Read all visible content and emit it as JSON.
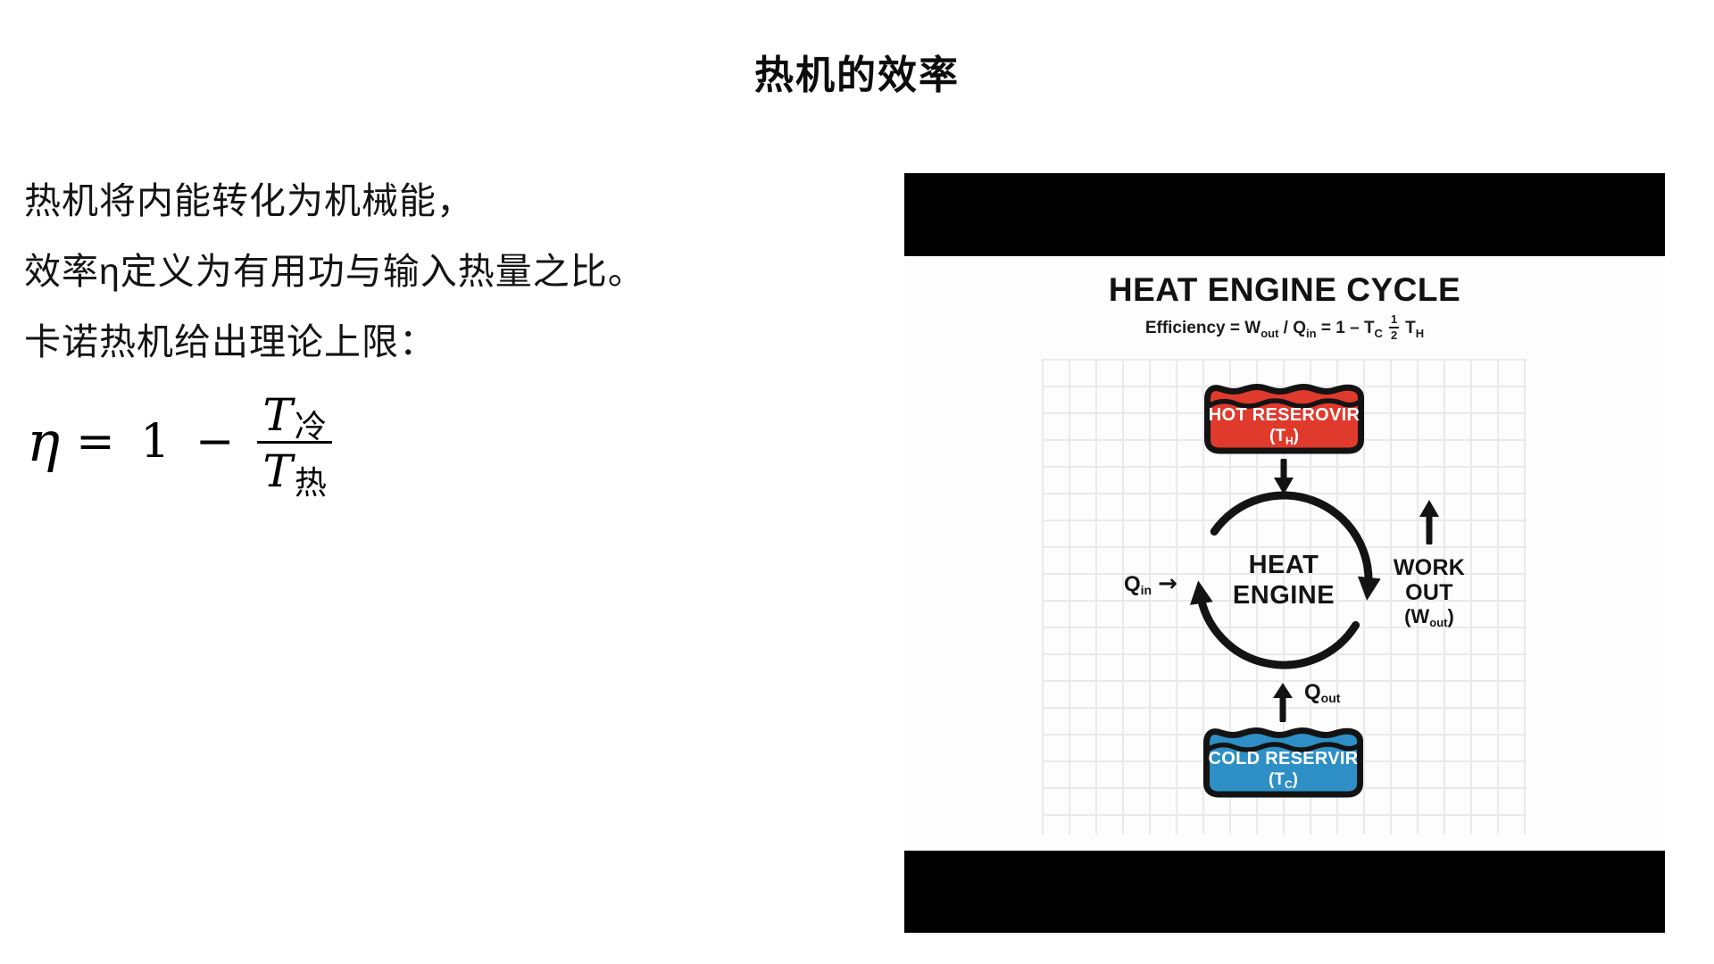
{
  "page": {
    "title": "热机的效率"
  },
  "intro": {
    "line1": "热机将内能转化为机械能，",
    "line2": "效率η定义为有用功与输入热量之比。",
    "line3": "卡诺热机给出理论上限："
  },
  "formula": {
    "lhs": "η",
    "rel": "= 1 −",
    "num_base": "T",
    "num_sub": "冷",
    "den_base": "T",
    "den_sub": "热"
  },
  "diagram": {
    "title": "HEAT ENGINE CYCLE",
    "subtitle": {
      "seg1": "Efficiency = W",
      "sub1": "out",
      "seg2": " / Q",
      "sub2": "in",
      "seg3": " = 1 – T",
      "sub3": "C",
      "frac_num": "1",
      "frac_den": "2",
      "seg4": "T",
      "sub4": "H"
    },
    "hot_reservoir": {
      "label": "HOT RESEROVIR",
      "temp_pre": "(T",
      "temp_sub": "H",
      "temp_post": ")",
      "color": "#e03a2d"
    },
    "cold_reservoir": {
      "label": "COLD RESERVIR",
      "temp_pre": "(T",
      "temp_sub": "C",
      "temp_post": ")",
      "color": "#2e8fc6"
    },
    "engine": {
      "line1": "HEAT",
      "line2": "ENGINE"
    },
    "q_in": {
      "base": "Q",
      "sub": "in",
      "arrow": "→"
    },
    "q_out": {
      "base": "Q",
      "sub": "out"
    },
    "work_out": {
      "line1": "WORK",
      "line2": "OUT",
      "paren_pre": "(W",
      "paren_sub": "out",
      "paren_post": ")"
    },
    "colors": {
      "letterbox": "#000000",
      "ink": "#141414",
      "grid_line": "#ebe9e9"
    }
  }
}
